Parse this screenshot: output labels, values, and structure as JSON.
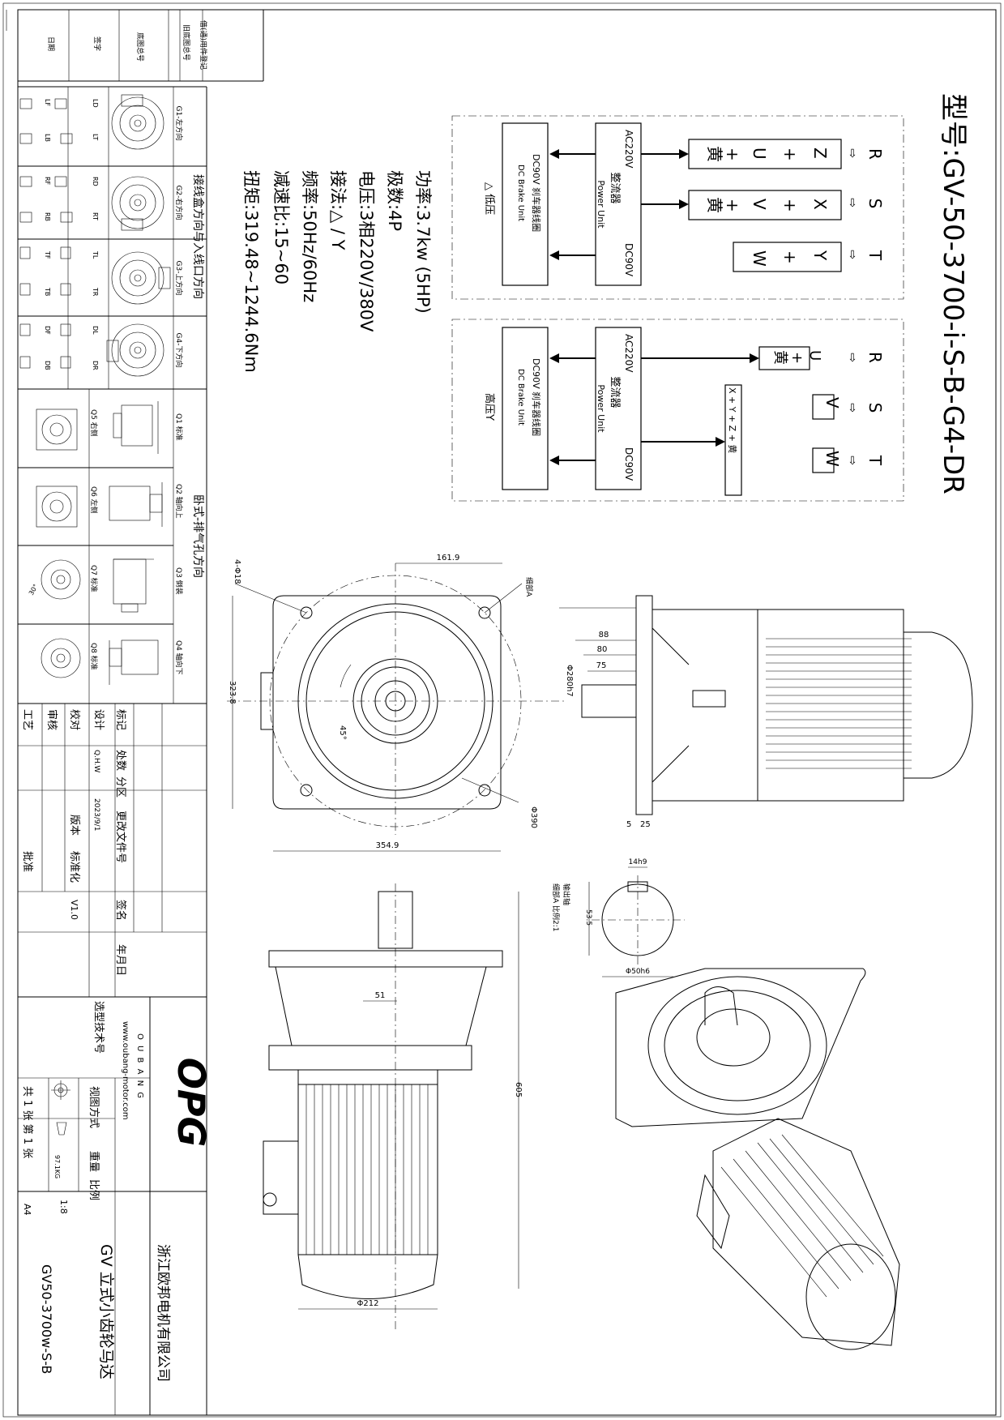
{
  "model": {
    "label": "型号:GV-50-3700-i-S-B-G4-DR"
  },
  "specs": {
    "power": "功率:3.7kw (5HP)",
    "poles": "极数:4P",
    "voltage": "电压:3相220V/380V",
    "wiring": "接法:△ / Y",
    "frequency": "频率:50Hz/60Hz",
    "ratio": "减速比:15~60",
    "torque": "扭矩:319.48~1244.6Nm"
  },
  "wiring_low": {
    "mode": "△ 低压",
    "terminals": [
      "R",
      "S",
      "T"
    ],
    "row1": [
      "Z",
      "+",
      "U",
      "+",
      "黄"
    ],
    "row2": [
      "X",
      "+",
      "V",
      "+",
      "黄"
    ],
    "row3": [
      "Y",
      "+",
      "W"
    ],
    "rectifier": [
      "AC220V",
      "整流器",
      "Power Unit",
      "DC90V"
    ],
    "brake": [
      "DC90V 刹车器线圈",
      "DC Brake Unit"
    ]
  },
  "wiring_high": {
    "mode": "高压Y",
    "terminals": [
      "R",
      "S",
      "T"
    ],
    "u_box": [
      "U",
      "+",
      "黄"
    ],
    "v_box": "V",
    "w_box": "W",
    "star": "X + Y + Z + 黄",
    "rectifier": [
      "AC220V",
      "整流器",
      "Power Unit",
      "DC90V"
    ],
    "brake": [
      "DC90V 刹车器线圈",
      "DC Brake Unit"
    ]
  },
  "dims": {
    "d161": "161.9",
    "holes": "4-Φ18",
    "detail": "细部A",
    "d323": "323.8",
    "angle": "45°",
    "d390": "Φ390",
    "d354": "354.9",
    "d88": "88",
    "d80": "80",
    "d75": "75",
    "d280": "Φ280h7",
    "d5": "5",
    "d25": "25",
    "key": "14h9",
    "shaft": "53.5",
    "shaftdia": "Φ50h6",
    "shaftlabel": "输出轴",
    "detaillabel": "细部A 比例2:1",
    "d51": "51",
    "d605": "605",
    "d212": "Φ212"
  },
  "orientation": {
    "title": "接线盒方向与入线口方向",
    "cols": [
      "G1-左方向",
      "G2-右方向",
      "G3-上方向",
      "G4-下方向"
    ],
    "codes": [
      [
        "LD",
        "LT",
        "LF",
        "LB"
      ],
      [
        "RD",
        "RT",
        "RF",
        "RB"
      ],
      [
        "TL",
        "TR",
        "TF",
        "TB"
      ],
      [
        "DL",
        "DR",
        "DF",
        "DB"
      ]
    ]
  },
  "horizontal": {
    "title": "卧式-排气孔方向",
    "cols": [
      "Q1 标准",
      "Q2 轴向上",
      "Q3 倒装",
      "Q4 轴向下"
    ],
    "sides": [
      "Q5 右侧",
      "Q6 左侧",
      "Q7 标准",
      "Q8 标准"
    ],
    "angle": "30°"
  },
  "revision": {
    "headers": [
      "标记",
      "处数",
      "分区",
      "更改文件号",
      "签名",
      "年月日"
    ],
    "rows": [
      "设计",
      "校对",
      "审核",
      "工艺"
    ],
    "designer": "Q.H.W",
    "date": "2023/9/1",
    "std": "标准化",
    "approve": "批准",
    "version_label": "版本",
    "version": "V1.0",
    "tech": "选型技术号"
  },
  "title_block": {
    "logo": "OPG",
    "brand": "O U B A N G",
    "url": "www.oubang-motor.com",
    "view": "视图方式",
    "weight_label": "重量",
    "weight": "97.1KG",
    "scale_label": "比例",
    "scale": "1:8",
    "sheet": "共 1 张 第 1 张",
    "paper": "A4",
    "company": "浙江欧邦电机有限公司",
    "product": "GV 立式小齿轮马达",
    "drawing_no": "GV50-3700w-S-B"
  },
  "top_strip": {
    "items": [
      "借(通)用件登记",
      "旧底图总号",
      "底图总号",
      "签字",
      "日期"
    ]
  }
}
